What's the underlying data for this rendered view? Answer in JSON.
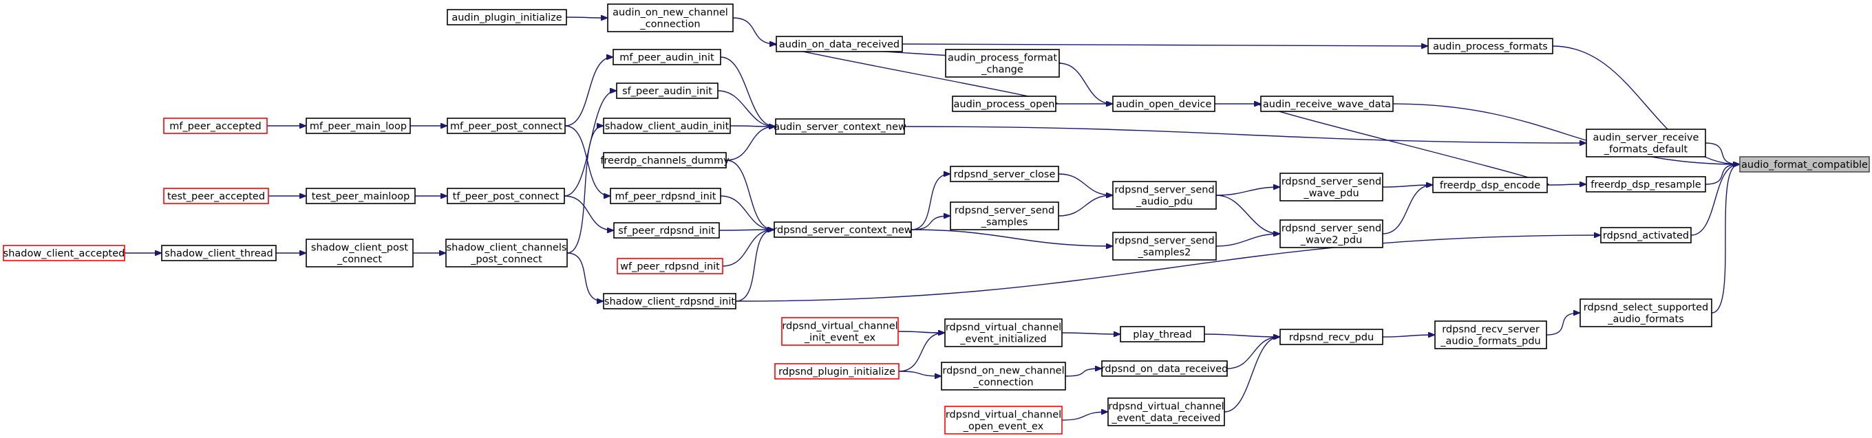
{
  "colors": {
    "edge": "#191970",
    "node_border": "#000000",
    "root_border": "#4d4d4d",
    "root_fill": "#bfbfbf",
    "truncated_border": "#ff0000"
  },
  "nodes": [
    {
      "id": "audio_format_compatible",
      "lines": [
        "audio_format_compatible"
      ],
      "kind": "root"
    },
    {
      "id": "audin_process_formats",
      "lines": [
        "audin_process_formats"
      ],
      "kind": "normal"
    },
    {
      "id": "audin_receive_wave_data",
      "lines": [
        "audin_receive_wave_data"
      ],
      "kind": "normal"
    },
    {
      "id": "audin_server_receive_formats_default",
      "lines": [
        "audin_server_receive",
        "_formats_default"
      ],
      "kind": "normal"
    },
    {
      "id": "freerdp_dsp_resample",
      "lines": [
        "freerdp_dsp_resample"
      ],
      "kind": "normal"
    },
    {
      "id": "rdpsnd_activated",
      "lines": [
        "rdpsnd_activated"
      ],
      "kind": "normal"
    },
    {
      "id": "rdpsnd_select_supported_audio_formats",
      "lines": [
        "rdpsnd_select_supported",
        "_audio_formats"
      ],
      "kind": "normal"
    },
    {
      "id": "freerdp_dsp_encode",
      "lines": [
        "freerdp_dsp_encode"
      ],
      "kind": "normal"
    },
    {
      "id": "rdpsnd_recv_server_audio_formats_pdu",
      "lines": [
        "rdpsnd_recv_server",
        "_audio_formats_pdu"
      ],
      "kind": "normal"
    },
    {
      "id": "audin_on_data_received",
      "lines": [
        "audin_on_data_received"
      ],
      "kind": "normal"
    },
    {
      "id": "audin_on_new_channel_connection",
      "lines": [
        "audin_on_new_channel",
        "_connection"
      ],
      "kind": "normal"
    },
    {
      "id": "audin_plugin_initialize",
      "lines": [
        "audin_plugin_initialize"
      ],
      "kind": "normal"
    },
    {
      "id": "audin_open_device",
      "lines": [
        "audin_open_device"
      ],
      "kind": "normal"
    },
    {
      "id": "audin_process_format_change",
      "lines": [
        "audin_process_format",
        "_change"
      ],
      "kind": "normal"
    },
    {
      "id": "audin_process_open",
      "lines": [
        "audin_process_open"
      ],
      "kind": "normal"
    },
    {
      "id": "audin_server_context_new",
      "lines": [
        "audin_server_context_new"
      ],
      "kind": "normal"
    },
    {
      "id": "mf_peer_audin_init",
      "lines": [
        "mf_peer_audin_init"
      ],
      "kind": "normal"
    },
    {
      "id": "sf_peer_audin_init",
      "lines": [
        "sf_peer_audin_init"
      ],
      "kind": "normal"
    },
    {
      "id": "shadow_client_audin_init",
      "lines": [
        "shadow_client_audin_init"
      ],
      "kind": "normal"
    },
    {
      "id": "freerdp_channels_dummy",
      "lines": [
        "freerdp_channels_dummy"
      ],
      "kind": "normal"
    },
    {
      "id": "mf_peer_post_connect",
      "lines": [
        "mf_peer_post_connect"
      ],
      "kind": "normal"
    },
    {
      "id": "mf_peer_main_loop",
      "lines": [
        "mf_peer_main_loop"
      ],
      "kind": "normal"
    },
    {
      "id": "mf_peer_accepted",
      "lines": [
        "mf_peer_accepted"
      ],
      "kind": "truncated"
    },
    {
      "id": "shadow_client_channels_post_connect",
      "lines": [
        "shadow_client_channels",
        "_post_connect"
      ],
      "kind": "normal"
    },
    {
      "id": "shadow_client_post_connect",
      "lines": [
        "shadow_client_post",
        "_connect"
      ],
      "kind": "normal"
    },
    {
      "id": "shadow_client_thread",
      "lines": [
        "shadow_client_thread"
      ],
      "kind": "normal"
    },
    {
      "id": "shadow_client_accepted",
      "lines": [
        "shadow_client_accepted"
      ],
      "kind": "truncated"
    },
    {
      "id": "rdpsnd_server_send_wave_pdu",
      "lines": [
        "rdpsnd_server_send",
        "_wave_pdu"
      ],
      "kind": "normal"
    },
    {
      "id": "rdpsnd_server_send_wave2_pdu",
      "lines": [
        "rdpsnd_server_send",
        "_wave2_pdu"
      ],
      "kind": "normal"
    },
    {
      "id": "rdpsnd_server_send_audio_pdu",
      "lines": [
        "rdpsnd_server_send",
        "_audio_pdu"
      ],
      "kind": "normal"
    },
    {
      "id": "rdpsnd_server_close",
      "lines": [
        "rdpsnd_server_close"
      ],
      "kind": "normal"
    },
    {
      "id": "rdpsnd_server_send_samples",
      "lines": [
        "rdpsnd_server_send",
        "_samples"
      ],
      "kind": "normal"
    },
    {
      "id": "rdpsnd_server_context_new",
      "lines": [
        "rdpsnd_server_context_new"
      ],
      "kind": "normal"
    },
    {
      "id": "mf_peer_rdpsnd_init",
      "lines": [
        "mf_peer_rdpsnd_init"
      ],
      "kind": "normal"
    },
    {
      "id": "sf_peer_rdpsnd_init",
      "lines": [
        "sf_peer_rdpsnd_init"
      ],
      "kind": "normal"
    },
    {
      "id": "wf_peer_rdpsnd_init",
      "lines": [
        "wf_peer_rdpsnd_init"
      ],
      "kind": "truncated"
    },
    {
      "id": "shadow_client_rdpsnd_init",
      "lines": [
        "shadow_client_rdpsnd_init"
      ],
      "kind": "normal"
    },
    {
      "id": "tf_peer_post_connect",
      "lines": [
        "tf_peer_post_connect"
      ],
      "kind": "normal"
    },
    {
      "id": "test_peer_mainloop",
      "lines": [
        "test_peer_mainloop"
      ],
      "kind": "normal"
    },
    {
      "id": "test_peer_accepted",
      "lines": [
        "test_peer_accepted"
      ],
      "kind": "truncated"
    },
    {
      "id": "rdpsnd_server_send_samples2",
      "lines": [
        "rdpsnd_server_send",
        "_samples2"
      ],
      "kind": "normal"
    },
    {
      "id": "rdpsnd_recv_pdu",
      "lines": [
        "rdpsnd_recv_pdu"
      ],
      "kind": "normal"
    },
    {
      "id": "play_thread",
      "lines": [
        "play_thread"
      ],
      "kind": "normal"
    },
    {
      "id": "rdpsnd_on_data_received",
      "lines": [
        "rdpsnd_on_data_received"
      ],
      "kind": "normal"
    },
    {
      "id": "rdpsnd_virtual_channel_event_data_received",
      "lines": [
        "rdpsnd_virtual_channel",
        "_event_data_received"
      ],
      "kind": "normal"
    },
    {
      "id": "rdpsnd_virtual_channel_event_initialized",
      "lines": [
        "rdpsnd_virtual_channel",
        "_event_initialized"
      ],
      "kind": "normal"
    },
    {
      "id": "rdpsnd_on_new_channel_connection",
      "lines": [
        "rdpsnd_on_new_channel",
        "_connection"
      ],
      "kind": "normal"
    },
    {
      "id": "rdpsnd_virtual_channel_init_event_ex",
      "lines": [
        "rdpsnd_virtual_channel",
        "_init_event_ex"
      ],
      "kind": "truncated"
    },
    {
      "id": "rdpsnd_plugin_initialize",
      "lines": [
        "rdpsnd_plugin_initialize"
      ],
      "kind": "truncated"
    },
    {
      "id": "rdpsnd_virtual_channel_open_event_ex",
      "lines": [
        "rdpsnd_virtual_channel",
        "_open_event_ex"
      ],
      "kind": "truncated"
    }
  ],
  "edges": [
    [
      "audin_process_formats",
      "audio_format_compatible"
    ],
    [
      "audin_receive_wave_data",
      "audio_format_compatible"
    ],
    [
      "audin_server_receive_formats_default",
      "audio_format_compatible"
    ],
    [
      "freerdp_dsp_resample",
      "audio_format_compatible"
    ],
    [
      "rdpsnd_activated",
      "audio_format_compatible"
    ],
    [
      "rdpsnd_select_supported_audio_formats",
      "audio_format_compatible"
    ],
    [
      "audin_on_data_received",
      "audin_process_formats"
    ],
    [
      "audin_open_device",
      "audin_receive_wave_data"
    ],
    [
      "freerdp_dsp_encode",
      "audin_receive_wave_data"
    ],
    [
      "audin_server_context_new",
      "audin_server_receive_formats_default"
    ],
    [
      "freerdp_dsp_encode",
      "freerdp_dsp_resample"
    ],
    [
      "shadow_client_rdpsnd_init",
      "rdpsnd_activated"
    ],
    [
      "rdpsnd_recv_server_audio_formats_pdu",
      "rdpsnd_select_supported_audio_formats"
    ],
    [
      "rdpsnd_server_send_wave_pdu",
      "freerdp_dsp_encode"
    ],
    [
      "rdpsnd_server_send_wave2_pdu",
      "freerdp_dsp_encode"
    ],
    [
      "rdpsnd_recv_pdu",
      "rdpsnd_recv_server_audio_formats_pdu"
    ],
    [
      "audin_on_new_channel_connection",
      "audin_on_data_received"
    ],
    [
      "audin_process_format_change",
      "audin_on_data_received"
    ],
    [
      "audin_process_open",
      "audin_on_data_received"
    ],
    [
      "audin_plugin_initialize",
      "audin_on_new_channel_connection"
    ],
    [
      "audin_process_format_change",
      "audin_open_device"
    ],
    [
      "audin_process_open",
      "audin_open_device"
    ],
    [
      "mf_peer_audin_init",
      "audin_server_context_new"
    ],
    [
      "sf_peer_audin_init",
      "audin_server_context_new"
    ],
    [
      "shadow_client_audin_init",
      "audin_server_context_new"
    ],
    [
      "freerdp_channels_dummy",
      "audin_server_context_new"
    ],
    [
      "mf_peer_post_connect",
      "mf_peer_audin_init"
    ],
    [
      "tf_peer_post_connect",
      "sf_peer_audin_init"
    ],
    [
      "shadow_client_channels_post_connect",
      "shadow_client_audin_init"
    ],
    [
      "mf_peer_main_loop",
      "mf_peer_post_connect"
    ],
    [
      "mf_peer_accepted",
      "mf_peer_main_loop"
    ],
    [
      "shadow_client_post_connect",
      "shadow_client_channels_post_connect"
    ],
    [
      "shadow_client_thread",
      "shadow_client_post_connect"
    ],
    [
      "shadow_client_accepted",
      "shadow_client_thread"
    ],
    [
      "rdpsnd_server_send_audio_pdu",
      "rdpsnd_server_send_wave_pdu"
    ],
    [
      "rdpsnd_server_send_audio_pdu",
      "rdpsnd_server_send_wave2_pdu"
    ],
    [
      "rdpsnd_server_send_samples2",
      "rdpsnd_server_send_wave2_pdu"
    ],
    [
      "rdpsnd_server_close",
      "rdpsnd_server_send_audio_pdu"
    ],
    [
      "rdpsnd_server_send_samples",
      "rdpsnd_server_send_audio_pdu"
    ],
    [
      "rdpsnd_server_context_new",
      "rdpsnd_server_close"
    ],
    [
      "rdpsnd_server_context_new",
      "rdpsnd_server_send_samples"
    ],
    [
      "rdpsnd_server_context_new",
      "rdpsnd_server_send_samples2"
    ],
    [
      "freerdp_channels_dummy",
      "rdpsnd_server_context_new"
    ],
    [
      "mf_peer_rdpsnd_init",
      "rdpsnd_server_context_new"
    ],
    [
      "sf_peer_rdpsnd_init",
      "rdpsnd_server_context_new"
    ],
    [
      "wf_peer_rdpsnd_init",
      "rdpsnd_server_context_new"
    ],
    [
      "shadow_client_rdpsnd_init",
      "rdpsnd_server_context_new"
    ],
    [
      "mf_peer_post_connect",
      "mf_peer_rdpsnd_init"
    ],
    [
      "tf_peer_post_connect",
      "sf_peer_rdpsnd_init"
    ],
    [
      "shadow_client_channels_post_connect",
      "shadow_client_rdpsnd_init"
    ],
    [
      "test_peer_mainloop",
      "tf_peer_post_connect"
    ],
    [
      "test_peer_accepted",
      "test_peer_mainloop"
    ],
    [
      "play_thread",
      "rdpsnd_recv_pdu"
    ],
    [
      "rdpsnd_on_data_received",
      "rdpsnd_recv_pdu"
    ],
    [
      "rdpsnd_virtual_channel_event_data_received",
      "rdpsnd_recv_pdu"
    ],
    [
      "rdpsnd_virtual_channel_event_initialized",
      "play_thread"
    ],
    [
      "rdpsnd_on_new_channel_connection",
      "rdpsnd_on_data_received"
    ],
    [
      "rdpsnd_virtual_channel_init_event_ex",
      "rdpsnd_virtual_channel_event_initialized"
    ],
    [
      "rdpsnd_plugin_initialize",
      "rdpsnd_virtual_channel_event_initialized"
    ],
    [
      "rdpsnd_plugin_initialize",
      "rdpsnd_on_new_channel_connection"
    ],
    [
      "rdpsnd_virtual_channel_open_event_ex",
      "rdpsnd_virtual_channel_event_data_received"
    ]
  ]
}
